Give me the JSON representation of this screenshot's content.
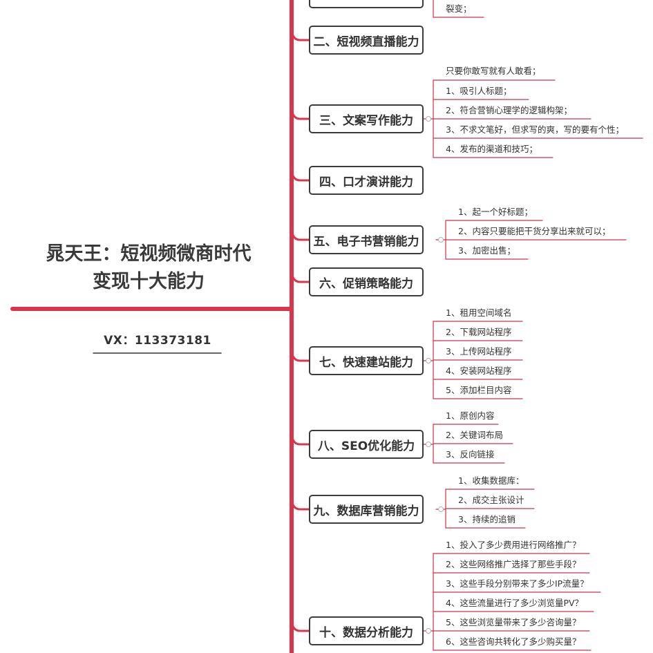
{
  "colors": {
    "trunk": "#d9354b",
    "branch": "#d9354b",
    "leaf_line": "#cc3347",
    "node_border": "#3b3b3b",
    "text": "#333333"
  },
  "root": {
    "line1": "晁天王：短视频微商时代",
    "line2": "变现十大能力",
    "contact": "VX：113373181"
  },
  "partial": {
    "leaf": "裂变；"
  },
  "branches": [
    {
      "label": "二、短视频直播能力",
      "leaves": []
    },
    {
      "label": "三、文案写作能力",
      "leaves": [
        "只要你敢写就有人敢看；",
        "1、吸引人标题；",
        "2、符合营销心理学的逻辑构架；",
        "3、不求文笔好，但求写的爽，写的要有个性；",
        "4、发布的渠道和技巧；"
      ]
    },
    {
      "label": "四、口才演讲能力",
      "leaves": []
    },
    {
      "label": "五、电子书营销能力",
      "leaves": [
        "1、起一个好标题；",
        "2、内容只要能把干货分享出来就可以；",
        "3、加密出售；"
      ]
    },
    {
      "label": "六、促销策略能力",
      "leaves": []
    },
    {
      "label": "七、快速建站能力",
      "leaves": [
        "1、租用空间域名",
        "2、下载网站程序",
        "3、上传网站程序",
        "4、安装网站程序",
        "5、添加栏目内容"
      ]
    },
    {
      "label": "八、SEO优化能力",
      "leaves": [
        "1、原创内容",
        "2、关键词布局",
        "3、反向链接"
      ]
    },
    {
      "label": "九、数据库营销能力",
      "leaves": [
        "1、收集数据库：",
        "2、成交主张设计",
        "3、持续的追销"
      ]
    },
    {
      "label": "十、数据分析能力",
      "leaves": [
        "1、投入了多少费用进行网络推广？",
        "2、这些网络推广选择了那些手段？",
        "3、这些手段分别带来了多少IP流量？",
        "4、这些流量进行了多少浏览量PV？",
        "5、这些浏览量带来了多少咨询量？",
        "6、这些咨询共转化了多少购买量？"
      ]
    }
  ]
}
